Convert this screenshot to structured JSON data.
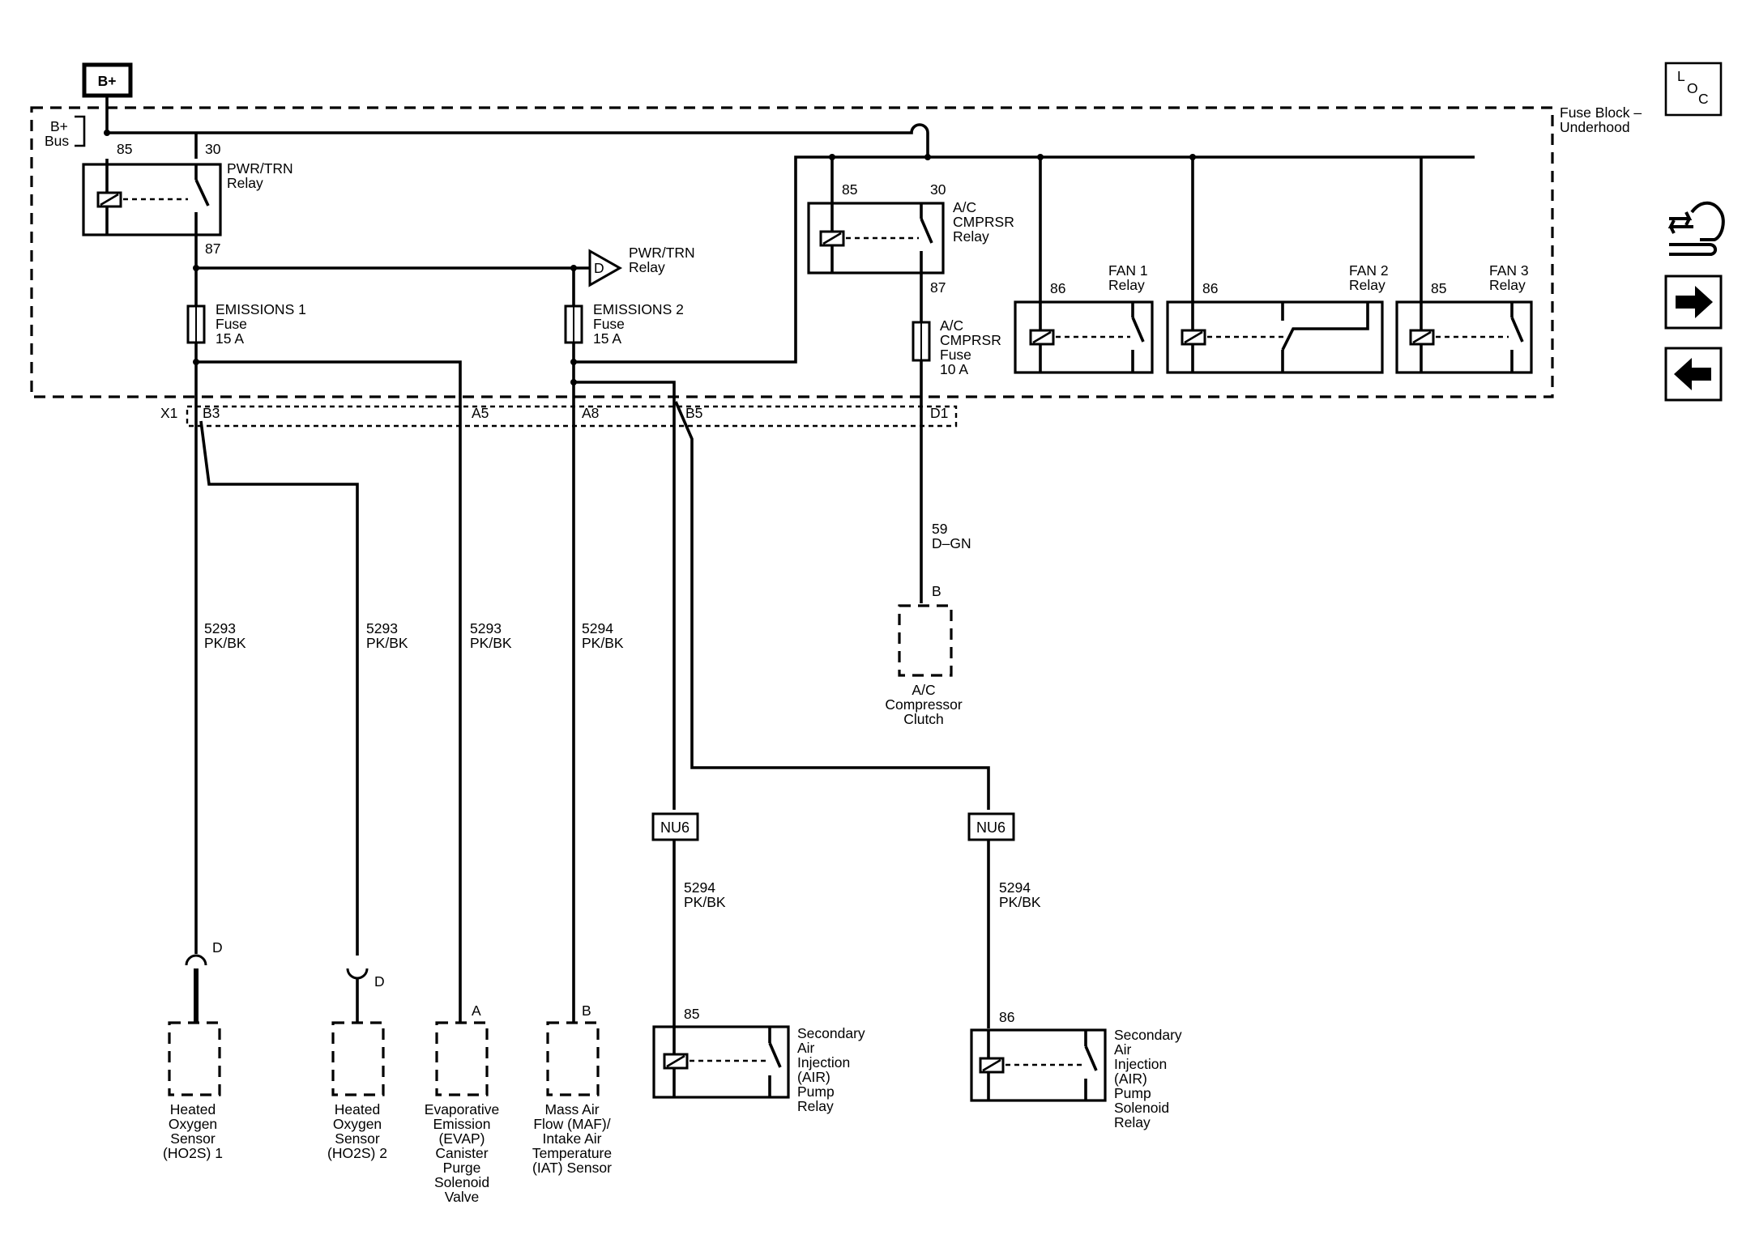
{
  "supply": {
    "bplus": "B+",
    "bus": [
      "B+",
      "Bus"
    ]
  },
  "fuse_block": {
    "title": [
      "Fuse Block –",
      "Underhood"
    ],
    "connector": "X1"
  },
  "pins": {
    "pwrtrn_85": "85",
    "pwrtrn_30": "30",
    "pwrtrn_87": "87",
    "ac_85": "85",
    "ac_30": "30",
    "ac_87": "87",
    "fan1_86": "86",
    "fan2_86": "86",
    "fan3_85": "85",
    "b3": "B3",
    "a5": "A5",
    "a8": "A8",
    "b5": "B5",
    "d1": "D1",
    "air1_85": "85",
    "air2_86": "86",
    "ho2s1": "D",
    "ho2s2": "D",
    "evap": "A",
    "maf": "B",
    "clutch": "B"
  },
  "relays": {
    "pwrtrn": [
      "PWR/TRN",
      "Relay"
    ],
    "ac": [
      "A/C",
      "CMPRSR",
      "Relay"
    ],
    "fan1": [
      "FAN 1",
      "Relay"
    ],
    "fan2": [
      "FAN 2",
      "Relay"
    ],
    "fan3": [
      "FAN 3",
      "Relay"
    ],
    "pwrtrn_ref": [
      "PWR/TRN",
      "Relay"
    ],
    "pwrtrn_ref_letter": "D"
  },
  "fuses": {
    "em1": [
      "EMISSIONS 1",
      "Fuse",
      "15 A"
    ],
    "em2": [
      "EMISSIONS 2",
      "Fuse",
      "15 A"
    ],
    "ac": [
      "A/C",
      "CMPRSR",
      "Fuse",
      "10 A"
    ]
  },
  "wires": {
    "w1": [
      "5293",
      "PK/BK"
    ],
    "w2": [
      "5293",
      "PK/BK"
    ],
    "w3": [
      "5293",
      "PK/BK"
    ],
    "w4": [
      "5294",
      "PK/BK"
    ],
    "w5": [
      "5294",
      "PK/BK"
    ],
    "w6": [
      "5294",
      "PK/BK"
    ],
    "w7": [
      "59",
      "D–GN"
    ]
  },
  "options": {
    "nu6_left": "NU6",
    "nu6_right": "NU6"
  },
  "components": {
    "ho2s1": [
      "Heated",
      "Oxygen",
      "Sensor",
      "(HO2S) 1"
    ],
    "ho2s2": [
      "Heated",
      "Oxygen",
      "Sensor",
      "(HO2S) 2"
    ],
    "evap": [
      "Evaporative",
      "Emission",
      "(EVAP)",
      "Canister",
      "Purge",
      "Solenoid",
      "Valve"
    ],
    "maf": [
      "Mass Air",
      "Flow (MAF)/",
      "Intake Air",
      "Temperature",
      "(IAT) Sensor"
    ],
    "clutch": [
      "A/C",
      "Compressor",
      "Clutch"
    ],
    "air_pump": [
      "Secondary",
      "Air",
      "Injection",
      "(AIR)",
      "Pump",
      "Relay"
    ],
    "air_solenoid": [
      "Secondary",
      "Air",
      "Injection",
      "(AIR)",
      "Pump",
      "Solenoid",
      "Relay"
    ]
  },
  "nav": {
    "loc": [
      "L",
      "O",
      "C"
    ]
  },
  "icons": {
    "loc": "loc-icon",
    "system": "system-flow-icon",
    "next": "arrow-right-icon",
    "prev": "arrow-left-icon"
  }
}
